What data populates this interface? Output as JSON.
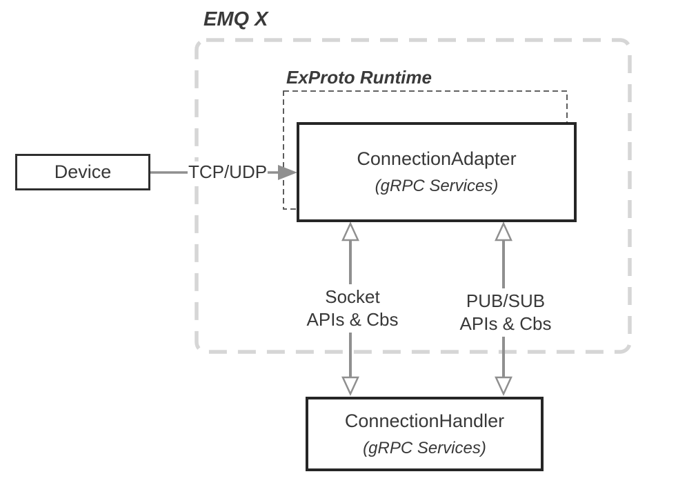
{
  "diagram": {
    "emqx_label": "EMQ X",
    "runtime_label": "ExProto Runtime",
    "nodes": {
      "device": {
        "label": "Device"
      },
      "adapter": {
        "title": "ConnectionAdapter",
        "subtitle": "(gRPC Services)"
      },
      "handler": {
        "title": "ConnectionHandler",
        "subtitle": "(gRPC Services)"
      }
    },
    "edges": {
      "tcp": {
        "label": "TCP/UDP"
      },
      "socket": {
        "line1": "Socket",
        "line2": "APIs & Cbs"
      },
      "pubsub": {
        "line1": "PUB/SUB",
        "line2": "APIs & Cbs"
      }
    },
    "colors": {
      "box_border": "#2e2e2e",
      "text": "#383838",
      "outer_dash": "#d6d6d6",
      "inner_dash": "#4a4a4a",
      "arrow": "#8f8f8f",
      "background": "#ffffff"
    }
  }
}
